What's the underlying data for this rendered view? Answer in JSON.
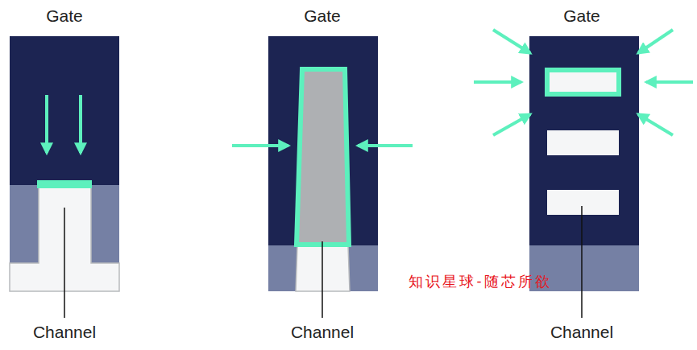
{
  "diagram": {
    "labels": [
      "Gate",
      "Gate",
      "Gate",
      "Channel",
      "Channel",
      "Channel",
      "知识星球-随芯所欲"
    ]
  }
}
